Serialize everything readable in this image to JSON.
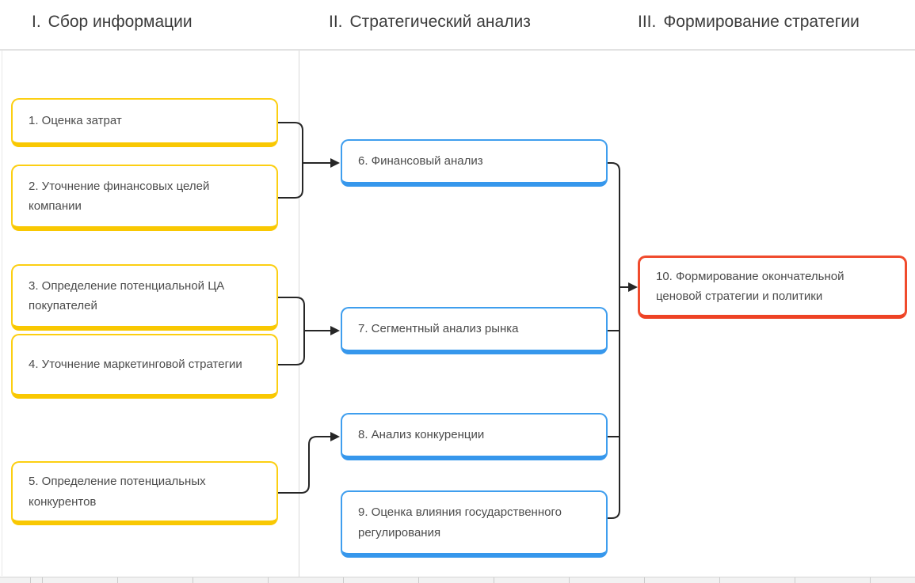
{
  "diagram": {
    "lanes": [
      {
        "numeral": "I.",
        "title": "Сбор информации"
      },
      {
        "numeral": "II.",
        "title": "Стратегический анализ"
      },
      {
        "numeral": "III.",
        "title": "Формирование стратегии"
      }
    ],
    "boxes": [
      {
        "id": 1,
        "label": "1. Оценка затрат",
        "color": "yellow",
        "lane": "I"
      },
      {
        "id": 2,
        "label": "2. Уточнение финансовых целей компании",
        "color": "yellow",
        "lane": "I"
      },
      {
        "id": 3,
        "label": "3. Определение потенциальной ЦА покупателей",
        "color": "yellow",
        "lane": "I"
      },
      {
        "id": 4,
        "label": "4. Уточнение маркетинговой стратегии",
        "color": "yellow",
        "lane": "I"
      },
      {
        "id": 5,
        "label": "5. Определение потенциальных конкурентов",
        "color": "yellow",
        "lane": "I"
      },
      {
        "id": 6,
        "label": "6. Финансовый анализ",
        "color": "blue",
        "lane": "II"
      },
      {
        "id": 7,
        "label": "7. Сегментный анализ рынка",
        "color": "blue",
        "lane": "II"
      },
      {
        "id": 8,
        "label": "8. Анализ конкуренции",
        "color": "blue",
        "lane": "II"
      },
      {
        "id": 9,
        "label": "9. Оценка влияния государственного регулирования",
        "color": "blue",
        "lane": "II"
      },
      {
        "id": 10,
        "label": "10. Формирование окончательной ценовой стратегии и политики",
        "color": "red",
        "lane": "III"
      }
    ],
    "connections": [
      {
        "from": "1+2",
        "to": "6"
      },
      {
        "from": "3+4",
        "to": "7"
      },
      {
        "from": "5",
        "to": "8"
      },
      {
        "from": "6+7+8+9",
        "to": "10"
      }
    ],
    "colors": {
      "yellow_border": "#FCCF12",
      "blue_border": "#3F9EEE",
      "red_border": "#F04B2D",
      "connector": "#262626",
      "text": "#4B4B4B",
      "divider": "#D9D9D9"
    }
  }
}
